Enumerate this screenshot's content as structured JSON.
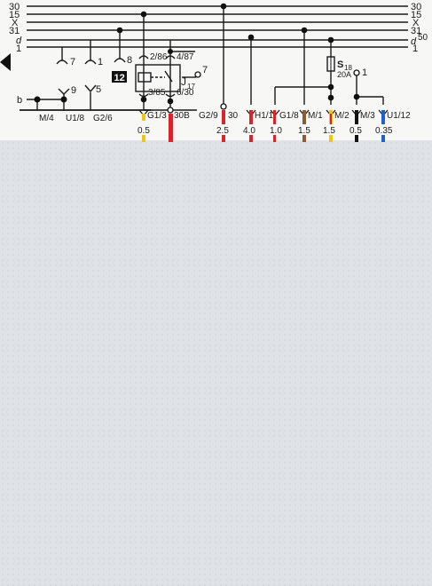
{
  "bus": {
    "left": [
      "30",
      "15",
      "X",
      "31",
      "d",
      "1"
    ],
    "right": [
      "30",
      "15",
      "X",
      "31",
      "d",
      "1"
    ],
    "extra_right": "50"
  },
  "connectors": {
    "c7": "7",
    "c1": "1",
    "c8": "8",
    "c9": "9",
    "c5": "5",
    "b": "b",
    "m4": "M/4",
    "u18": "U1/8",
    "g26": "G2/6"
  },
  "relay": {
    "number": "12",
    "pin_2_86": "2/86",
    "pin_4_87": "4/87",
    "pin_3_85": "3/85",
    "pin_6_30": "6/30",
    "name": "J",
    "sub": "17",
    "term": "7"
  },
  "fuse": {
    "name": "S",
    "sub": "18",
    "rating": "20A",
    "term": "1"
  },
  "bottom_labels": [
    "G1/3",
    "30B",
    "G2/9",
    "30",
    "H1/1",
    "G1/8",
    "M/1",
    "M/2",
    "M/3",
    "U1/12"
  ],
  "wire_sizes": [
    "0.5",
    "2.5",
    "4.0",
    "1.0",
    "1.5",
    "1.5",
    "0.5",
    "0.35"
  ],
  "colors": {
    "red": "#d9252a",
    "yellow": "#f2c318",
    "blue": "#1e63c9",
    "brown": "#8a5a3a",
    "black": "#141414",
    "white": "#ffffff"
  }
}
